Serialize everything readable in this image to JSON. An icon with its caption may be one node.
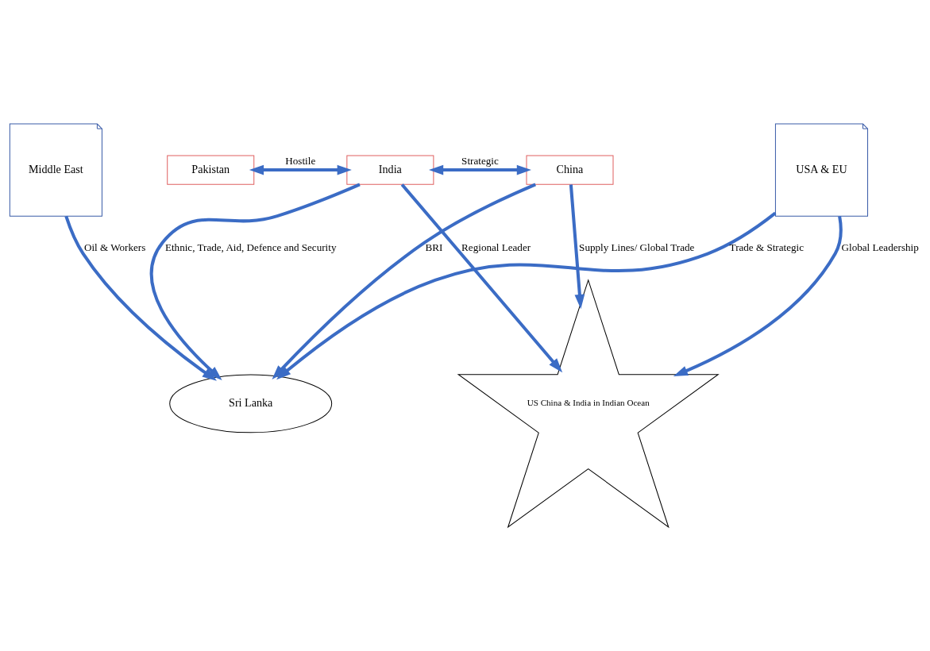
{
  "diagram": {
    "nodes": [
      {
        "text": [
          "Middle East"
        ]
      },
      {
        "text": [
          "Pakistan"
        ]
      },
      {
        "text": [
          "India"
        ]
      },
      {
        "text": [
          "China"
        ]
      },
      {
        "text": [
          "Sri Lanka"
        ]
      },
      {
        "text": [
          "USA & EU"
        ]
      },
      {
        "text": [
          "US China & India in Indian Ocean"
        ]
      }
    ],
    "edges": [
      {
        "from": 1,
        "to": 2,
        "arrow": "both",
        "label": "Hostile"
      },
      {
        "from": 2,
        "to": 3,
        "arrow": "both",
        "label": "Strategic"
      },
      {
        "from": 2,
        "to": 4,
        "arrow": "to",
        "label": "Ethnic, Trade, Aid, Defence and Security"
      },
      {
        "from": 3,
        "to": 4,
        "arrow": "to",
        "label": "BRI"
      },
      {
        "from": 0,
        "to": 4,
        "arrow": "to",
        "label": "Oil & Workers"
      },
      {
        "from": 5,
        "to": 4,
        "arrow": "to",
        "label": "Trade & Strategic"
      },
      {
        "from": 2,
        "to": 6,
        "arrow": "to",
        "label": "Regional Leader"
      },
      {
        "from": 3,
        "to": 6,
        "arrow": "to",
        "label": "Supply Lines/ Global Trade"
      },
      {
        "from": 5,
        "to": 6,
        "arrow": "to",
        "label": "Global Leadership"
      }
    ]
  }
}
